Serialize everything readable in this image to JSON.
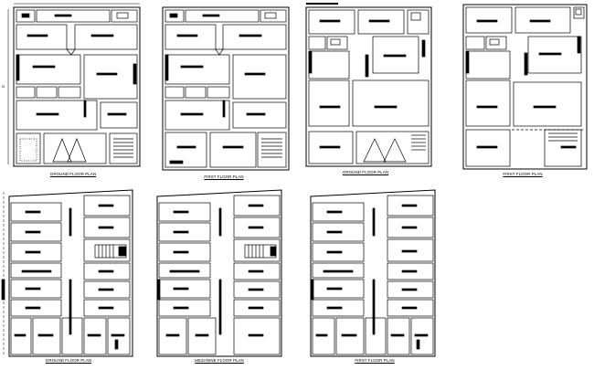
{
  "drawing": {
    "line_color": "#000000",
    "background": "#ffffff",
    "plans": [
      {
        "id": "p1",
        "title": "GROUND FLOOR PLAN"
      },
      {
        "id": "p2",
        "title": "FIRST FLOOR PLAN"
      },
      {
        "id": "p3",
        "title": "GROUND FLOOR PLAN"
      },
      {
        "id": "p4",
        "title": "FIRST FLOOR PLAN"
      },
      {
        "id": "p5",
        "title": "GROUND FLOOR PLAN"
      },
      {
        "id": "p6",
        "title": "MEZANINE FLOOR PLAN"
      },
      {
        "id": "p7",
        "title": "FIRST FLOOR PLAN"
      }
    ],
    "side_note": "N"
  }
}
